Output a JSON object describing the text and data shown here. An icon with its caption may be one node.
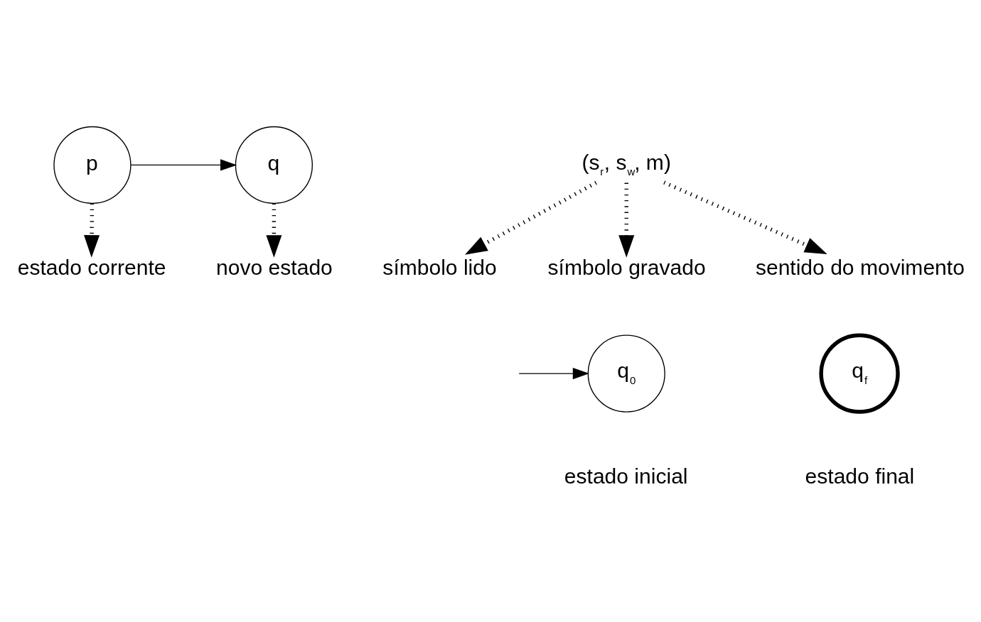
{
  "diagram": {
    "nodes": [
      {
        "text": [
          "p"
        ]
      },
      {
        "text": [
          "(s$_{r}$, s$_{w}$, m)"
        ]
      },
      {
        "text": [
          "q"
        ]
      },
      {
        "text": [
          "estado corrente"
        ]
      },
      {
        "text": [
          "símbolo lido"
        ]
      },
      {
        "text": [
          "símbolo gravado"
        ]
      },
      {
        "text": [
          "sentido do movimento"
        ]
      },
      {
        "text": [
          "novo estado"
        ]
      },
      {
        "text": [
          "q$_{0}$"
        ],
        "beside": [
          "estado inicial"
        ]
      },
      {
        "text": [
          "q$_{f}$"
        ],
        "beside": [
          "estado final"
        ]
      }
    ],
    "edges": [
      {
        "from": 0,
        "to": 2,
        "arrow": "to"
      },
      {
        "from": 0,
        "to": 3,
        "arrow": "to",
        "style": "dashed"
      },
      {
        "from": 1,
        "to": 4,
        "arrow": "to",
        "style": "dashed"
      },
      {
        "from": 1,
        "to": 5,
        "arrow": "to",
        "style": "dashed"
      },
      {
        "from": 1,
        "to": 6,
        "arrow": "to",
        "style": "dashed"
      },
      {
        "from": 2,
        "to": 7,
        "arrow": "to",
        "style": "dashed"
      },
      {
        "from": null,
        "to": 8,
        "arrow": "to"
      }
    ]
  }
}
